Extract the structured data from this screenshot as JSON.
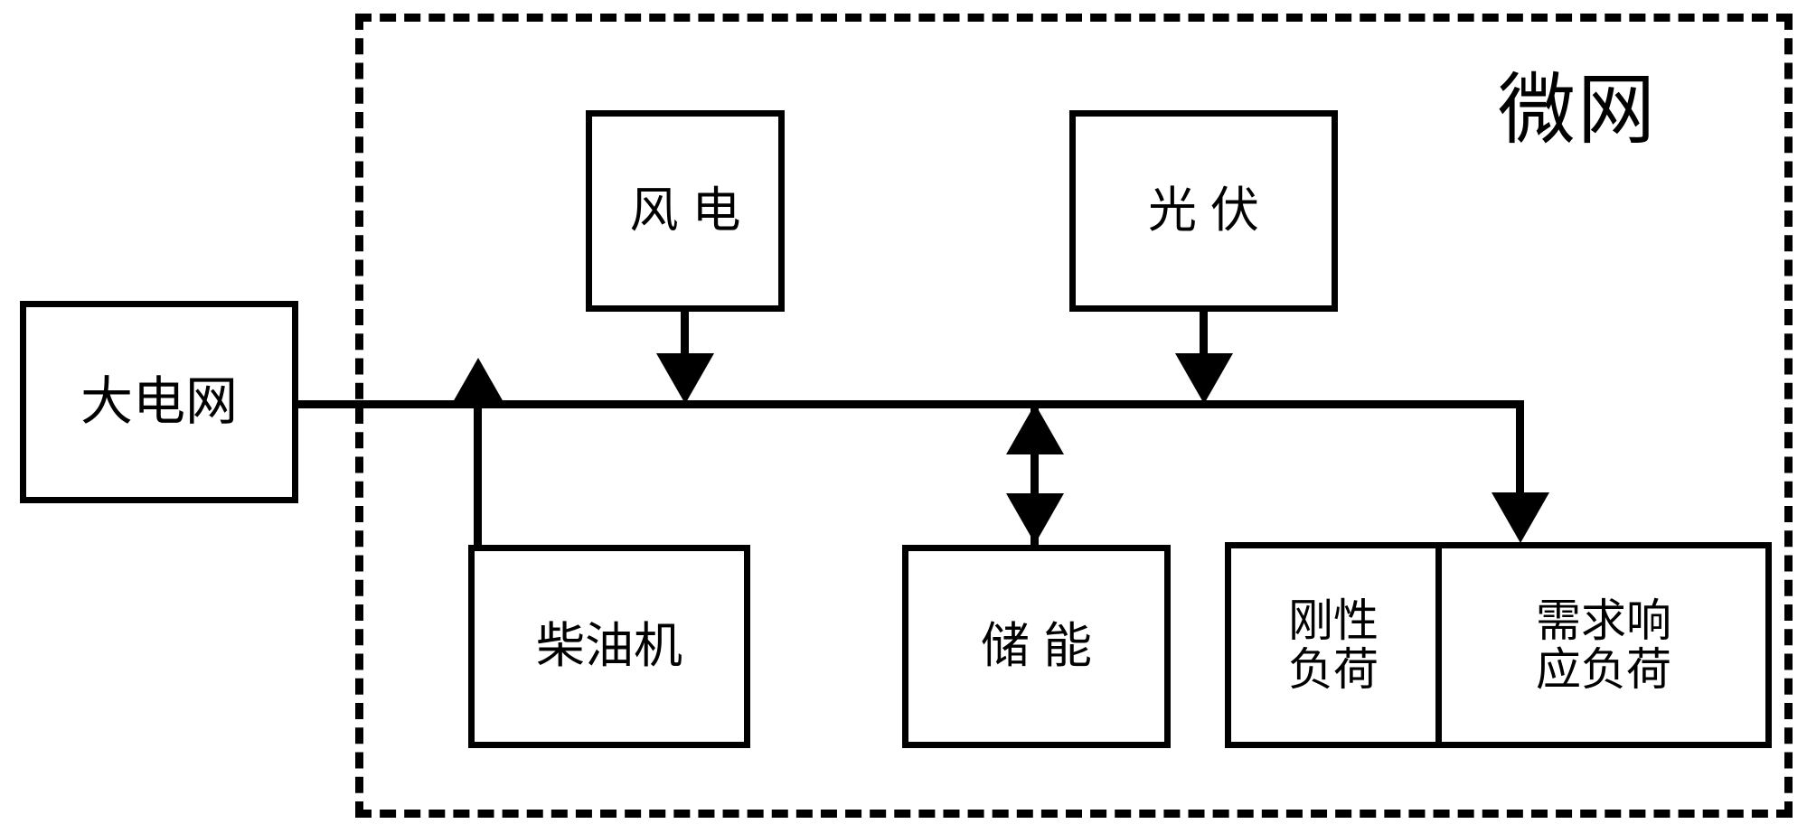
{
  "diagram": {
    "title": "微网",
    "boundary": {
      "label": "微网",
      "style": "dashed",
      "color": "#000000"
    },
    "nodes": {
      "main_grid": "大电网",
      "wind": "风 电",
      "pv": "光 伏",
      "diesel": "柴油机",
      "storage": "储 能",
      "rigid_load": "刚性\n负荷",
      "demand_response_load": "需求响\n应负荷"
    },
    "edges": [
      {
        "from": "大电网",
        "to": "母线",
        "direction": "bidirectional-line",
        "arrow": "none"
      },
      {
        "from": "风 电",
        "to": "母线",
        "direction": "down",
        "arrow": "single"
      },
      {
        "from": "光 伏",
        "to": "母线",
        "direction": "down",
        "arrow": "single"
      },
      {
        "from": "柴油机",
        "to": "母线",
        "direction": "up",
        "arrow": "single"
      },
      {
        "from": "储 能",
        "to": "母线",
        "direction": "both",
        "arrow": "double"
      },
      {
        "from": "母线",
        "to": "刚性负荷 / 需求响应负荷",
        "direction": "down",
        "arrow": "single"
      }
    ],
    "colors": {
      "line": "#000000",
      "fill": "#ffffff",
      "text": "#000000"
    }
  }
}
